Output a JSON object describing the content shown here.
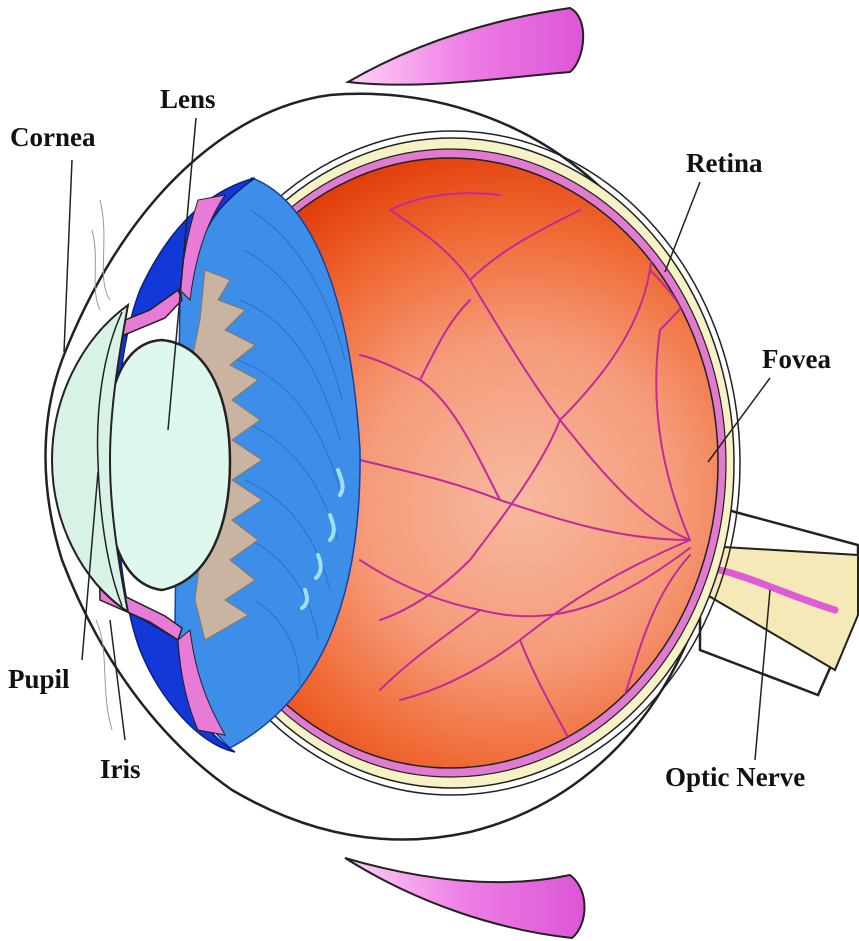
{
  "labels": {
    "cornea": "Cornea",
    "lens": "Lens",
    "retina": "Retina",
    "fovea": "Fovea",
    "pupil": "Pupil",
    "iris": "Iris",
    "optic_nerve": "Optic Nerve"
  },
  "colors": {
    "outline": "#222222",
    "muscle": "#e87ae0",
    "sclera_tint": "#f7f1c6",
    "choroid": "#e07bd0",
    "retina_outer": "#e8440c",
    "retina_inner": "#f7b69a",
    "vitreous_blue": "#3d8ee8",
    "ciliary_dark": "#1238d8",
    "ciliary_tan": "#c8b4a0",
    "lens_fill": "#dff8ee",
    "cornea_fill": "#d8f3e6",
    "nerve_fill": "#f5e9b8",
    "vessel": "#c02a9a"
  }
}
